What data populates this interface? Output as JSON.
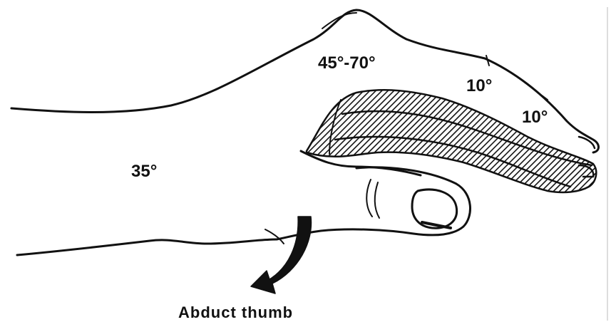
{
  "figure": {
    "angle_labels": {
      "wrist": "35°",
      "mcp": "45°-70°",
      "pip": "10°",
      "dip": "10°"
    },
    "thumb_caption": "Abduct thumb",
    "colors": {
      "ink": "#111111",
      "background": "#ffffff"
    }
  }
}
